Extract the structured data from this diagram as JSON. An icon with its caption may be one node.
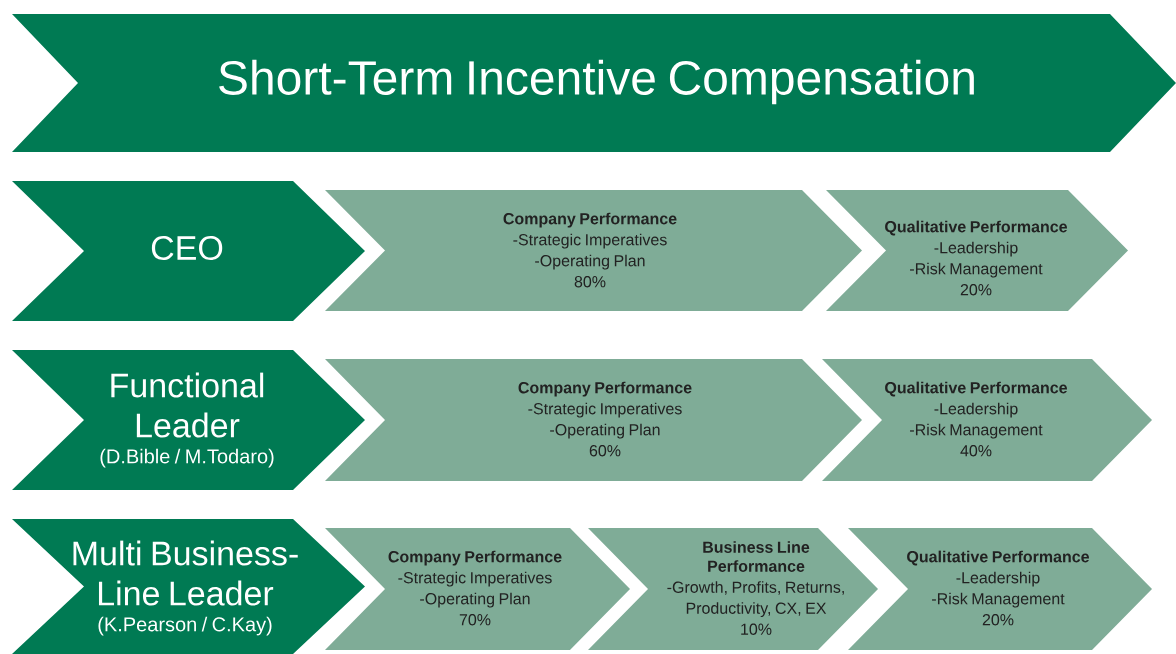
{
  "diagram": {
    "nodes": [
      {
        "text": [
          "Short-Term Incentive Compensation"
        ]
      },
      {
        "text": [
          "CEO"
        ]
      },
      {
        "text": [
          "Company Performance",
          "-Strategic Imperatives",
          "-Operating Plan",
          "80%"
        ]
      },
      {
        "text": [
          "Qualitative Performance",
          "-Leadership",
          "-Risk Management",
          "20%"
        ]
      },
      {
        "text": [
          "Functional Leader",
          "(D.Bible / M.Todaro)"
        ]
      },
      {
        "text": [
          "Company Performance",
          "-Strategic Imperatives",
          "-Operating Plan",
          "60%"
        ]
      },
      {
        "text": [
          "Qualitative Performance",
          "-Leadership",
          "-Risk Management",
          "40%"
        ]
      },
      {
        "text": [
          "Multi Business-Line Leader",
          "(K.Pearson / C.Kay)"
        ]
      },
      {
        "text": [
          "Company Performance",
          "-Strategic Imperatives",
          "-Operating Plan",
          "70%"
        ]
      },
      {
        "text": [
          "Business Line Performance",
          "-Growth, Profits, Returns, Productivity, CX, EX",
          "10%"
        ]
      },
      {
        "text": [
          "Qualitative Performance",
          "-Leadership",
          "-Risk Management",
          "20%"
        ]
      }
    ]
  }
}
